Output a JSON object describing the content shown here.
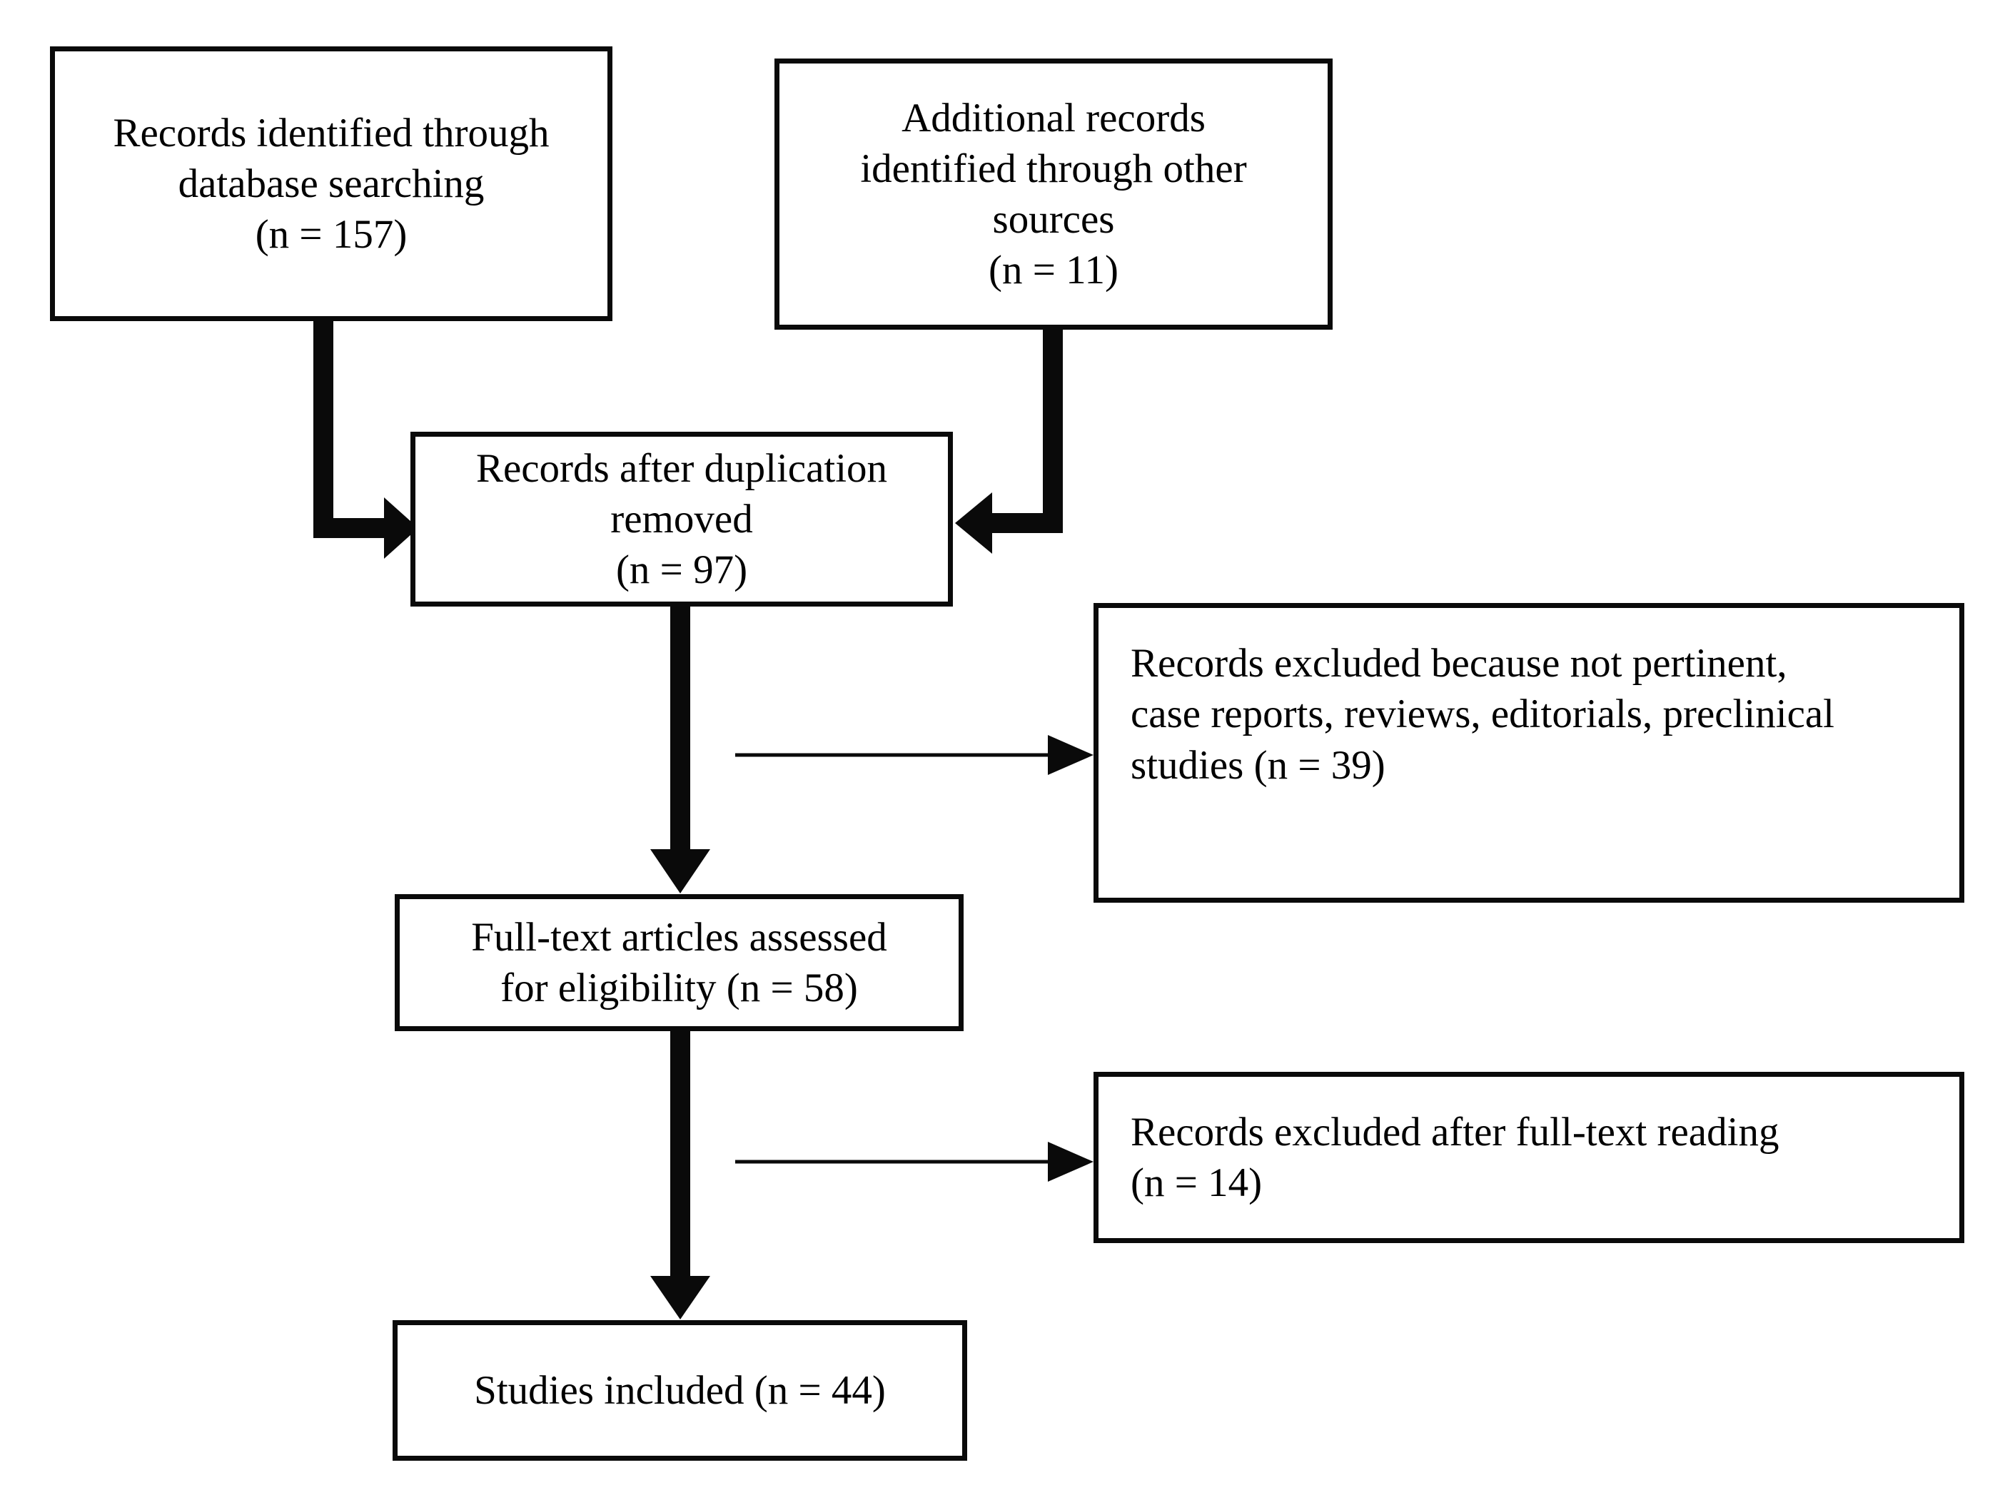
{
  "diagram_type": "flowchart",
  "colors": {
    "background": "#ffffff",
    "box_border": "#0a0a0a",
    "text": "#000000",
    "arrow": "#0a0a0a"
  },
  "boxes": {
    "records_identified": {
      "lines": [
        "Records identified through",
        "database searching",
        "(n = 157)"
      ],
      "n": 157
    },
    "additional_records": {
      "lines": [
        "Additional records",
        "identified through other",
        "sources",
        "(n = 11)"
      ],
      "n": 11
    },
    "after_duplication": {
      "lines": [
        "Records after duplication",
        "removed",
        "(n = 97)"
      ],
      "n": 97
    },
    "excluded_screening": {
      "lines": [
        "Records excluded because not pertinent,",
        "case reports, reviews, editorials, preclinical",
        "studies (n = 39)"
      ],
      "n": 39
    },
    "full_text_assessed": {
      "lines": [
        "Full-text articles assessed",
        "for eligibility (n = 58)"
      ],
      "n": 58
    },
    "excluded_full_text": {
      "lines": [
        "Records excluded after full-text reading",
        "(n = 14)"
      ],
      "n": 14
    },
    "studies_included": {
      "lines": [
        "Studies included (n = 44)"
      ],
      "n": 44
    }
  },
  "connections": [
    {
      "from": "records_identified",
      "to": "after_duplication",
      "style": "thick-elbow"
    },
    {
      "from": "additional_records",
      "to": "after_duplication",
      "style": "thick-elbow"
    },
    {
      "from": "after_duplication",
      "to": "full_text_assessed",
      "style": "thick-straight"
    },
    {
      "from": "after_duplication",
      "to": "excluded_screening",
      "style": "thin-straight"
    },
    {
      "from": "full_text_assessed",
      "to": "studies_included",
      "style": "thick-straight"
    },
    {
      "from": "full_text_assessed",
      "to": "excluded_full_text",
      "style": "thin-straight"
    }
  ]
}
